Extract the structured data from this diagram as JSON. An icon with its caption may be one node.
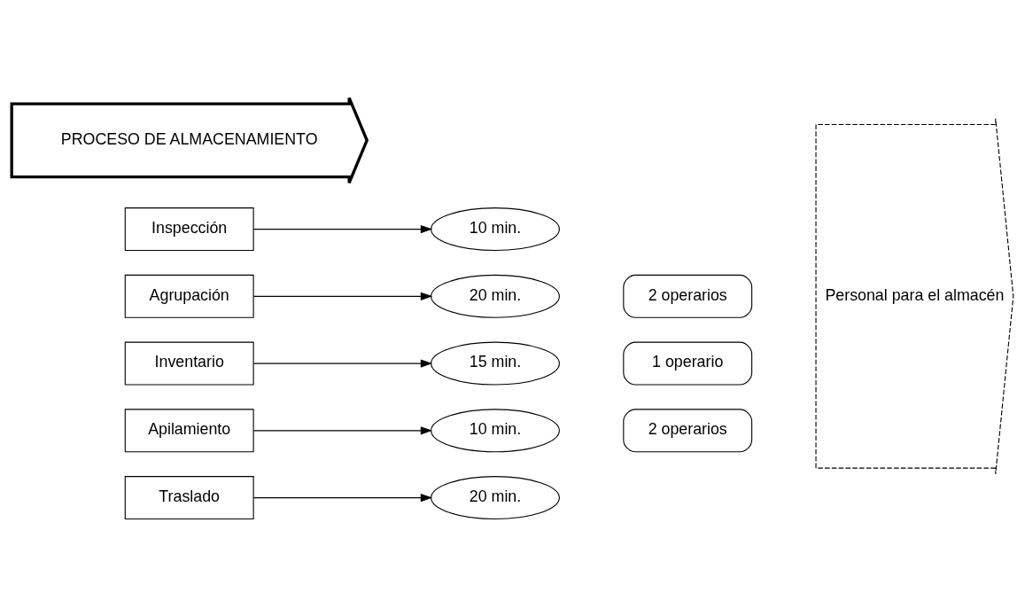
{
  "diagram": {
    "nodes": [
      {
        "text": [
          "PROCESO DE ALMACENAMIENTO"
        ]
      },
      {
        "text": [
          "Personal para el almacén"
        ]
      },
      {
        "text": [
          "Inspección"
        ]
      },
      {
        "text": [
          "10 min."
        ]
      },
      {
        "text": [
          "Agrupación"
        ]
      },
      {
        "text": [
          "20 min."
        ]
      },
      {
        "text": [
          "2 operarios"
        ]
      },
      {
        "text": [
          "Inventario"
        ]
      },
      {
        "text": [
          "15 min."
        ]
      },
      {
        "text": [
          "1 operario"
        ]
      },
      {
        "text": [
          "Apilamiento"
        ]
      },
      {
        "text": [
          "10 min."
        ]
      },
      {
        "text": [
          "Traslado"
        ]
      },
      {
        "text": [
          "20 min."
        ]
      },
      {
        "text": [
          "2 operarios"
        ]
      }
    ],
    "edges": [
      {
        "from": 2,
        "to": 3,
        "arrow": "to"
      },
      {
        "from": 4,
        "to": 5,
        "arrow": "to"
      },
      {
        "from": 7,
        "to": 8,
        "arrow": "to"
      },
      {
        "from": 10,
        "to": 11,
        "arrow": "to"
      },
      {
        "from": 12,
        "to": 13,
        "arrow": "to"
      }
    ]
  }
}
